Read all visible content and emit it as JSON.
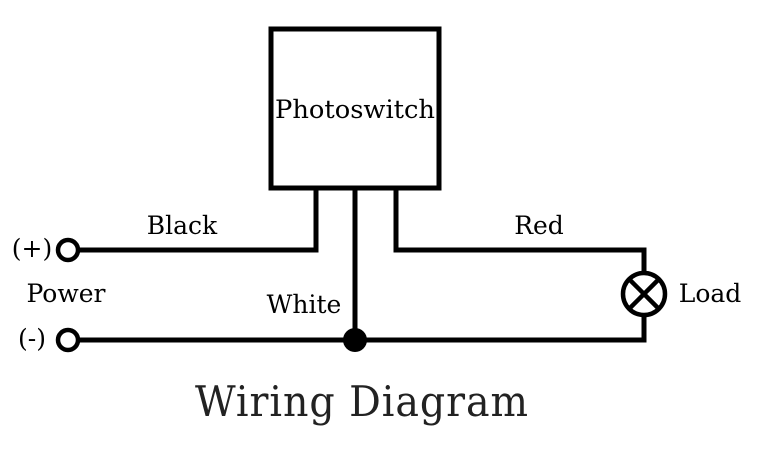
{
  "device": {
    "label": "Photoswitch"
  },
  "wires": {
    "black": "Black",
    "red": "Red",
    "white": "White"
  },
  "power": {
    "label": "Power",
    "positive": "(+)",
    "negative": "(-)"
  },
  "load": {
    "label": "Load"
  },
  "caption": "Wiring Diagram",
  "icons": {
    "lamp": "lamp-icon",
    "terminal": "terminal-icon",
    "junction": "junction-node"
  },
  "colors": {
    "line": "#000000",
    "background": "#ffffff"
  }
}
